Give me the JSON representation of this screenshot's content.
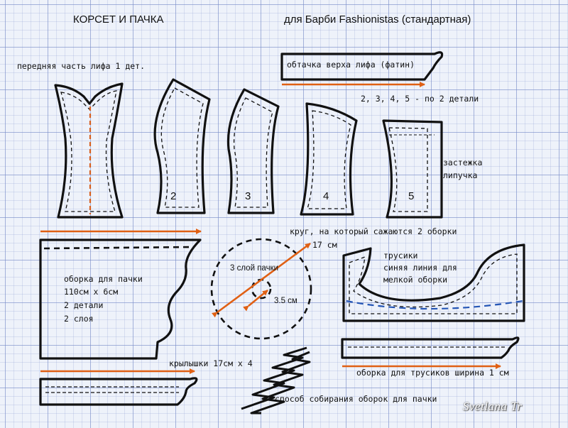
{
  "titles": {
    "main": "КОРСЕТ И ПАЧКА",
    "sub": "для Барби Fashionistas (стандартная)"
  },
  "labels": {
    "front_bodice": "передняя часть лифа 1 дет.",
    "facing": "обтачка верха лифа (фатин)",
    "pieces_count": "2, 3, 4, 5 - по 2 детали",
    "fastener_1": "застежка",
    "fastener_2": "липучка",
    "circle": "круг, на который сажаются 2 оборки",
    "circle_diameter": "17 см",
    "tutu_layer": "3 слой пачки",
    "hole": "3.5 см",
    "ruffle_1": "оборка для пачки",
    "ruffle_2": "110см х 6см",
    "ruffle_3": "2 детали",
    "ruffle_4": "2 слоя",
    "panties_1": "трусики",
    "panties_2": "синяя линия для",
    "panties_3": "мелкой оборки",
    "wings": "крылышки 17см х 4",
    "panties_ruffle": "оборка для трусиков  ширина 1 см",
    "method": "способ собирания оборок для пачки",
    "signature": "Svetlana Tr"
  },
  "pieces": [
    "2",
    "3",
    "4",
    "5"
  ],
  "colors": {
    "grid": "#7f91cc",
    "outline": "#111111",
    "grainline": "#e06014",
    "blue_line": "#2455b5"
  }
}
